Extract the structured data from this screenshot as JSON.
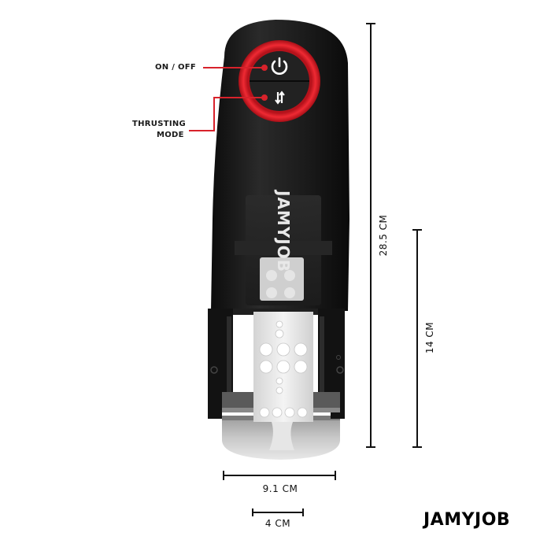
{
  "product": {
    "brand": "JAMYJOB",
    "body_logo": "JAMYJOB"
  },
  "callouts": [
    {
      "id": "power",
      "label": "ON / OFF",
      "icon": "power-icon"
    },
    {
      "id": "mode",
      "label_line1": "THRUSTING",
      "label_line2": "MODE",
      "icon": "thrust-arrows-icon"
    }
  ],
  "dimensions": {
    "total_height": "28.5 CM",
    "insertable_length": "14 CM",
    "width": "9.1 CM",
    "inner_diameter": "4 CM"
  },
  "colors": {
    "accent_red": "#e0202a",
    "body_black": "#141414",
    "sleeve_white": "#eeeeee",
    "background": "#ffffff"
  }
}
